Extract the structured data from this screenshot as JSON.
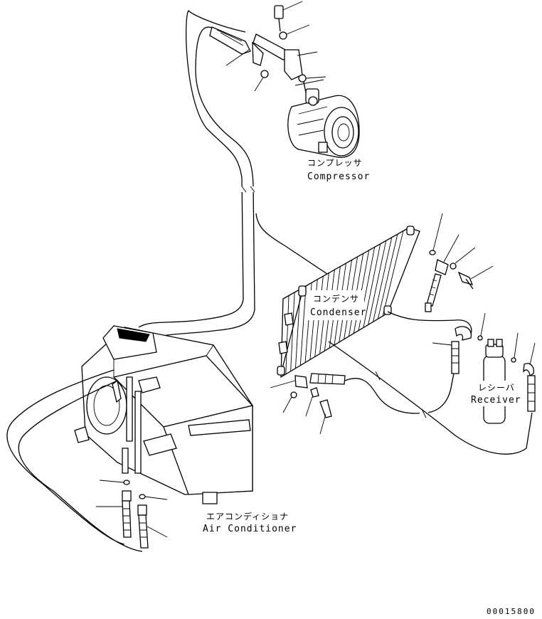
{
  "labels": {
    "compressor_jp": "コンプレッサ",
    "compressor_en": "Compressor",
    "condenser_jp": "コンデンサ",
    "condenser_en": "Condenser",
    "receiver_jp": "レシーバ",
    "receiver_en": "Receiver",
    "air_conditioner_jp": "エアコンディショナ",
    "air_conditioner_en": "Air Conditioner"
  },
  "drawing_number": "00015800"
}
